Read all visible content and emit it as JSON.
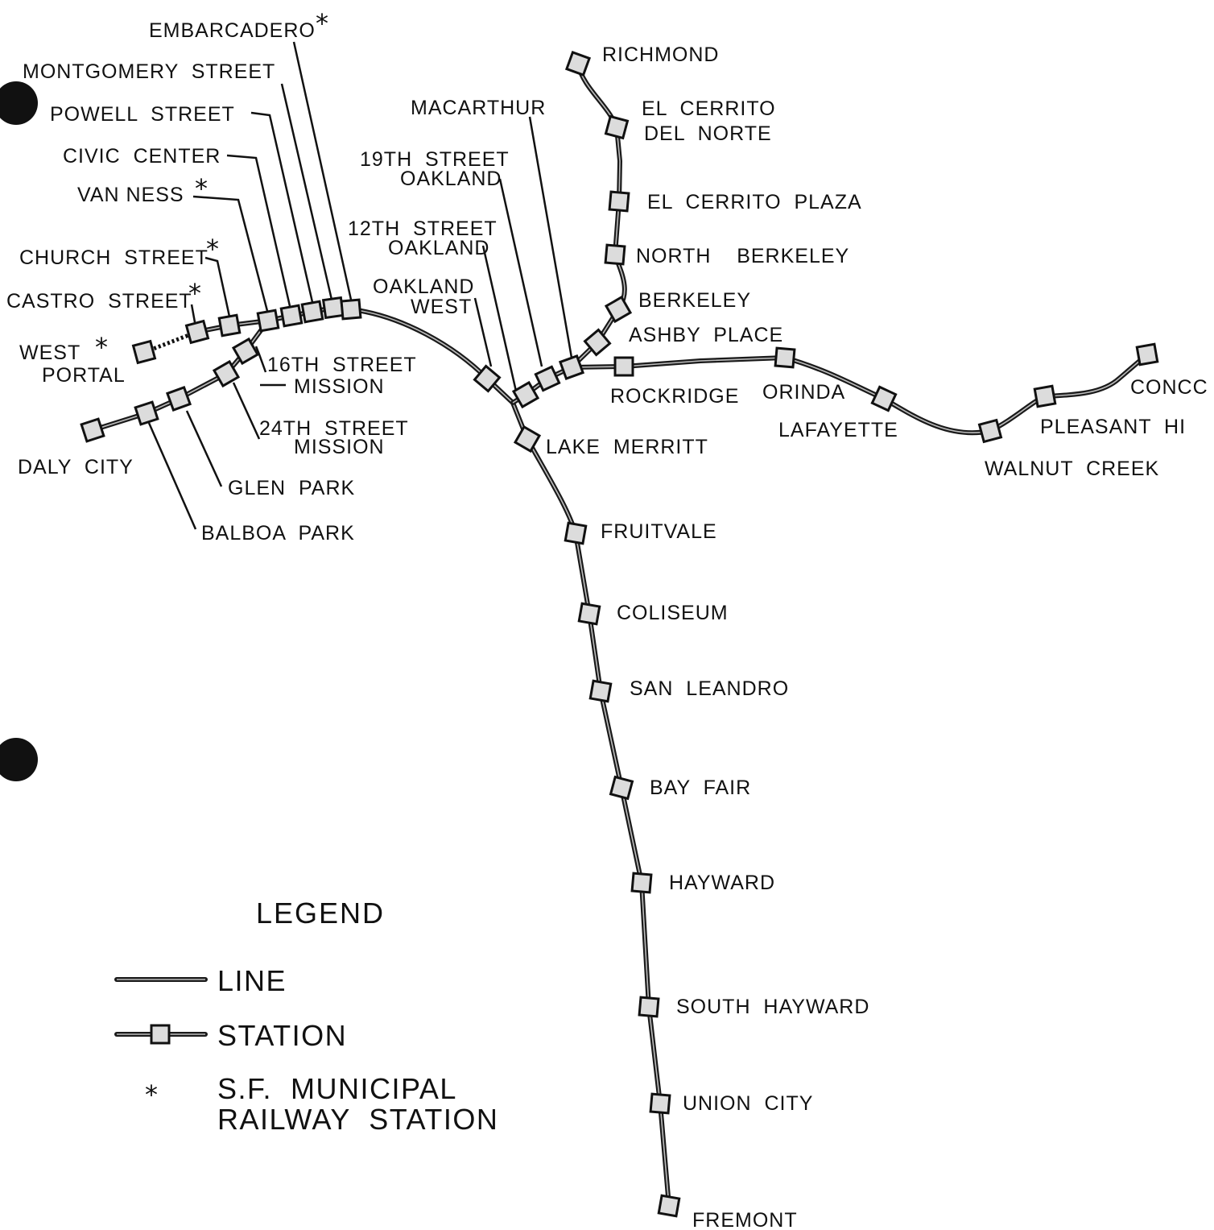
{
  "stations": {
    "embarcadero": "EMBARCADERO",
    "montgomery": "MONTGOMERY  STREET",
    "powell": "POWELL  STREET",
    "civic_center": "CIVIC  CENTER",
    "van_ness": "VAN NESS",
    "church": "CHURCH  STREET",
    "castro": "CASTRO  STREET",
    "west_portal_1": "WEST",
    "west_portal_2": "PORTAL",
    "daly_city": "DALY  CITY",
    "balboa_park": "BALBOA  PARK",
    "glen_park": "GLEN  PARK",
    "st24_1": "24TH  STREET",
    "st24_2": "MISSION",
    "st16_1": "16TH  STREET",
    "st16_2": "MISSION",
    "oakland_west_1": "OAKLAND",
    "oakland_west_2": "WEST",
    "st12_1": "12TH  STREET",
    "st12_2": "OAKLAND",
    "st19_1": "19TH  STREET",
    "st19_2": "OAKLAND",
    "macarthur": "MACARTHUR",
    "richmond": "RICHMOND",
    "el_cerrito_del_norte_1": "EL  CERRITO",
    "el_cerrito_del_norte_2": "DEL  NORTE",
    "el_cerrito_plaza": "EL  CERRITO  PLAZA",
    "north_berkeley": "NORTH    BERKELEY",
    "berkeley": "BERKELEY",
    "ashby": "ASHBY  PLACE",
    "rockridge": "ROCKRIDGE",
    "orinda": "ORINDA",
    "lafayette": "LAFAYETTE",
    "walnut_creek": "WALNUT  CREEK",
    "pleasant_hill": "PLEASANT  HI",
    "concord": "CONCC",
    "lake_merritt": "LAKE  MERRITT",
    "fruitvale": "FRUITVALE",
    "coliseum": "COLISEUM",
    "san_leandro": "SAN  LEANDRO",
    "bay_fair": "BAY  FAIR",
    "hayward": "HAYWARD",
    "south_hayward": "SOUTH  HAYWARD",
    "union_city": "UNION  CITY",
    "fremont": "FREMONT"
  },
  "muni_marker": "*",
  "legend": {
    "title": "LEGEND",
    "line": "LINE",
    "station": "STATION",
    "muni_symbol": "*",
    "muni_1": "S.F.  MUNICIPAL",
    "muni_2": "RAILWAY  STATION"
  },
  "colors": {
    "track": "#1a1a1a",
    "station_fill": "#dcdcdc",
    "ink": "#111111",
    "paper": "#ffffff"
  }
}
